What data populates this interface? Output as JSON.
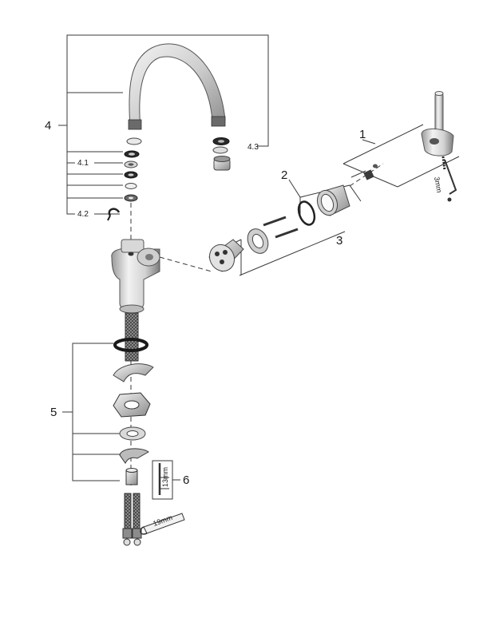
{
  "labels": {
    "l1": "1",
    "l2": "2",
    "l3": "3",
    "l4": "4",
    "l41": "4.1",
    "l42": "4.2",
    "l43": "4.3",
    "l5": "5",
    "l6": "6"
  },
  "dimensions": {
    "allen": "3mm",
    "stud": "13mm",
    "wrench": "19mm"
  },
  "colors": {
    "line": "#3a3a3a",
    "metal_light": "#e6e6e6",
    "metal_mid": "#b9b9b9",
    "metal_dark": "#6d6d6d",
    "rubber": "#1f1f1f"
  }
}
